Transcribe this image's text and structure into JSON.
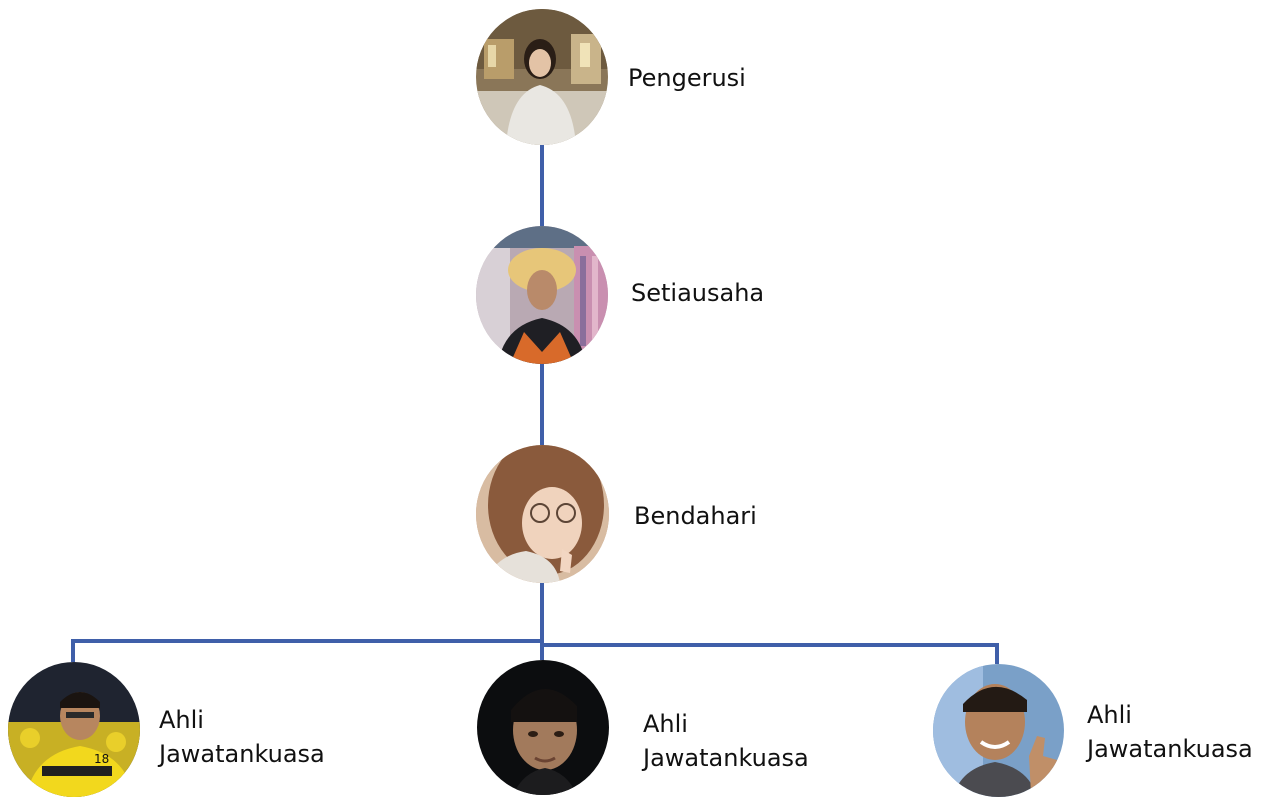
{
  "colors": {
    "connector": "#3f5fa9",
    "background": "#ffffff",
    "text": "#111111"
  },
  "members": [
    {
      "role": "Pengerusi",
      "photo": "photo-of-woman-in-white-sweater"
    },
    {
      "role": "Setiausaha",
      "photo": "photo-of-woman-with-headdress"
    },
    {
      "role": "Bendahari",
      "photo": "photo-of-woman-with-glasses"
    },
    {
      "role": "Ahli\nJawatankuasa",
      "photo": "photo-of-young-man-in-yellow-jersey"
    },
    {
      "role": "Ahli\nJawatankuasa",
      "photo": "photo-of-young-man-dark-background"
    },
    {
      "role": "Ahli\nJawatankuasa",
      "photo": "photo-of-young-man-thumbs-up"
    }
  ]
}
